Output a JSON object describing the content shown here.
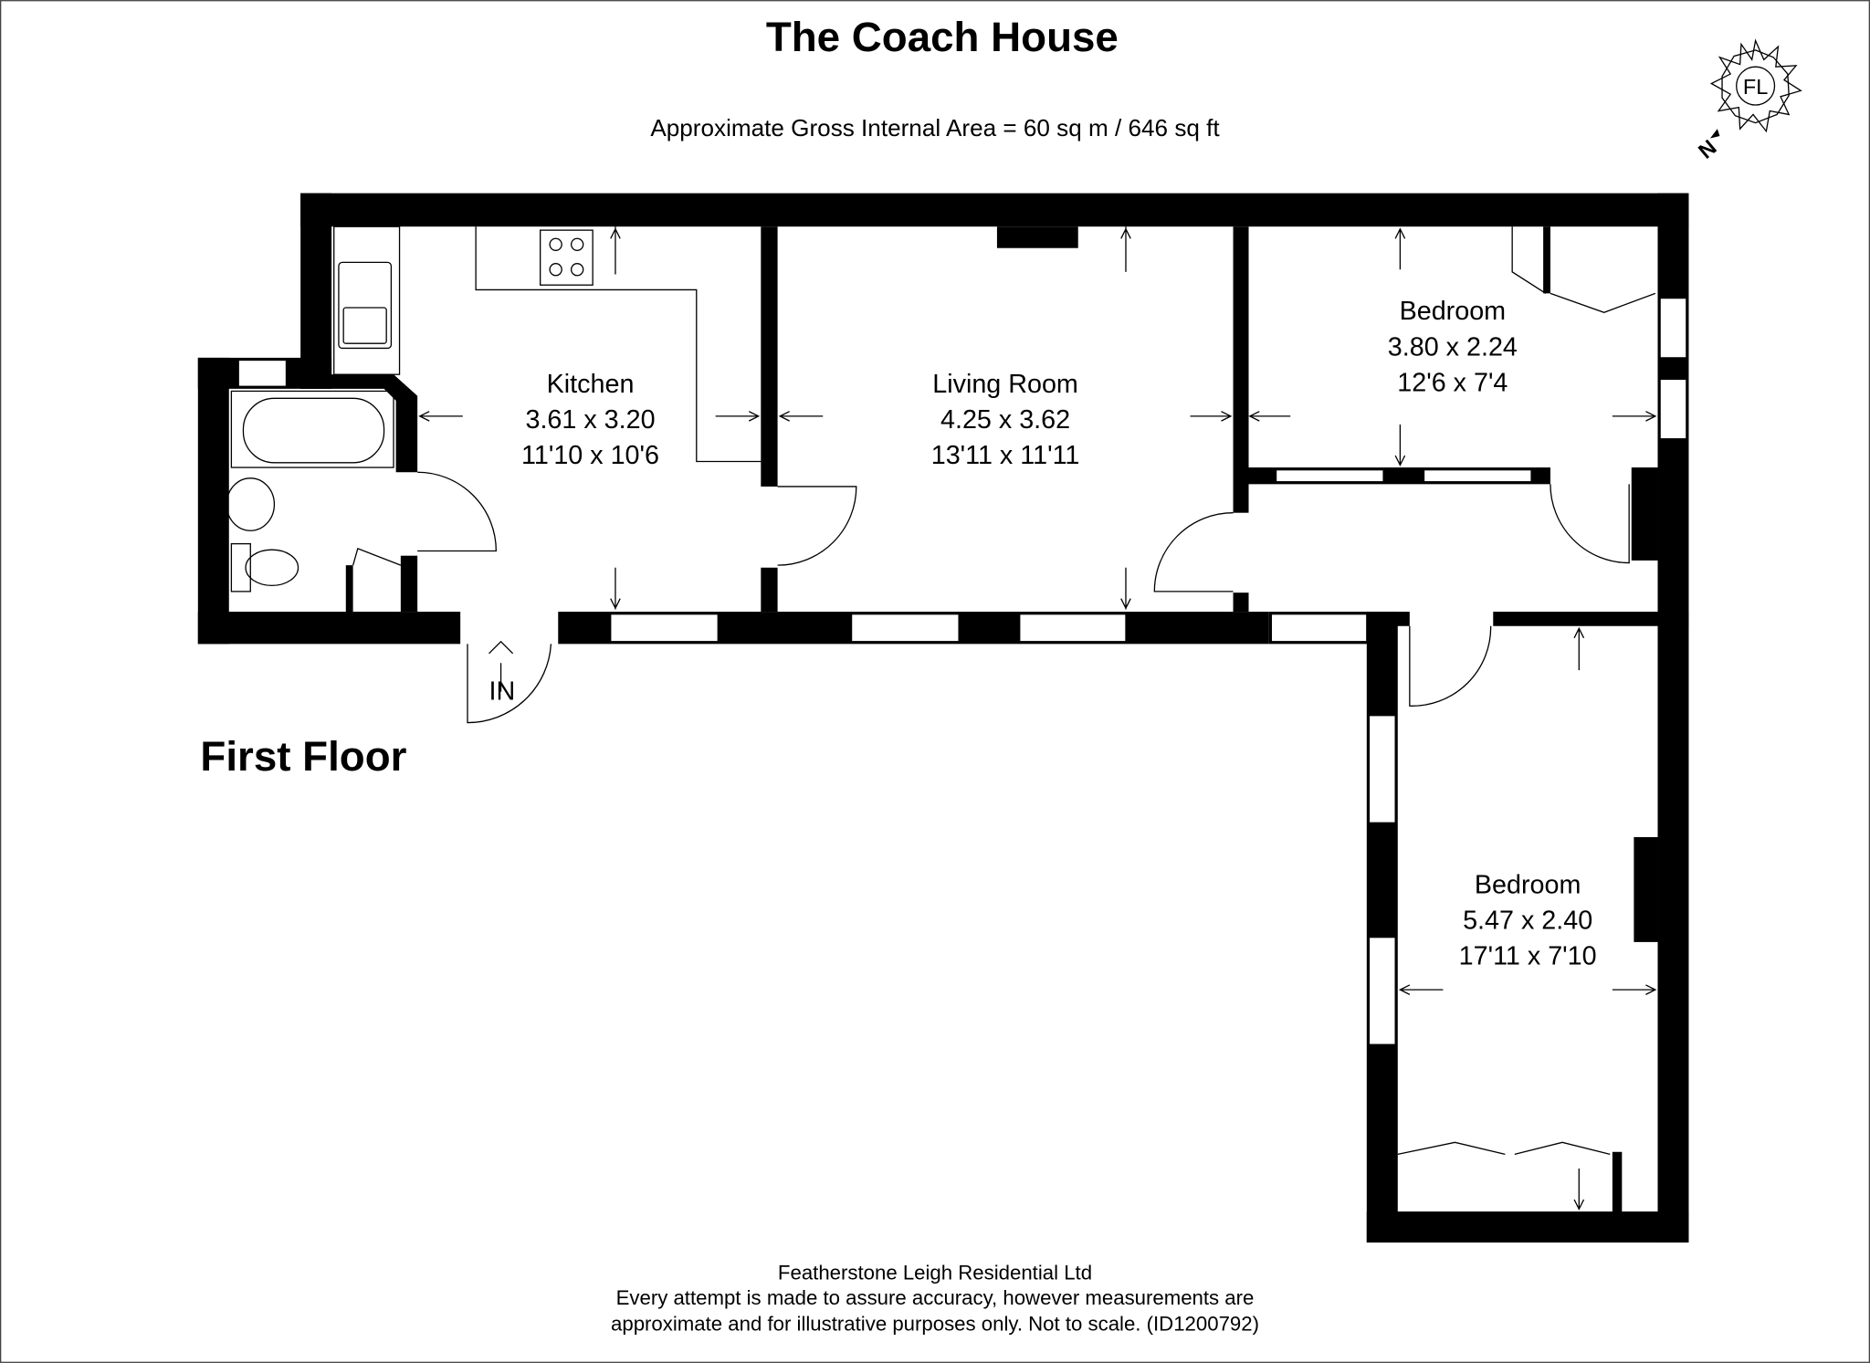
{
  "header": {
    "title": "The Coach House",
    "area": "Approximate Gross Internal Area = 60 sq m / 646 sq ft"
  },
  "logo": {
    "text": "FL",
    "north_label": "N"
  },
  "floor_label": "First Floor",
  "entrance_label": "IN",
  "rooms": [
    {
      "name": "Kitchen",
      "metric": "3.61 x 3.20",
      "imperial": "11'10 x 10'6"
    },
    {
      "name": "Living Room",
      "metric": "4.25 x 3.62",
      "imperial": "13'11 x 11'11"
    },
    {
      "name": "Bedroom",
      "metric": "3.80 x 2.24",
      "imperial": "12'6 x 7'4"
    },
    {
      "name": "Bedroom",
      "metric": "5.47 x 2.40",
      "imperial": "17'11 x 7'10"
    }
  ],
  "footer": {
    "company": "Featherstone Leigh Residential Ltd",
    "line1": "Every attempt is made to assure accuracy, however measurements are",
    "line2": "approximate and for illustrative purposes only. Not to scale. (ID1200792)"
  }
}
